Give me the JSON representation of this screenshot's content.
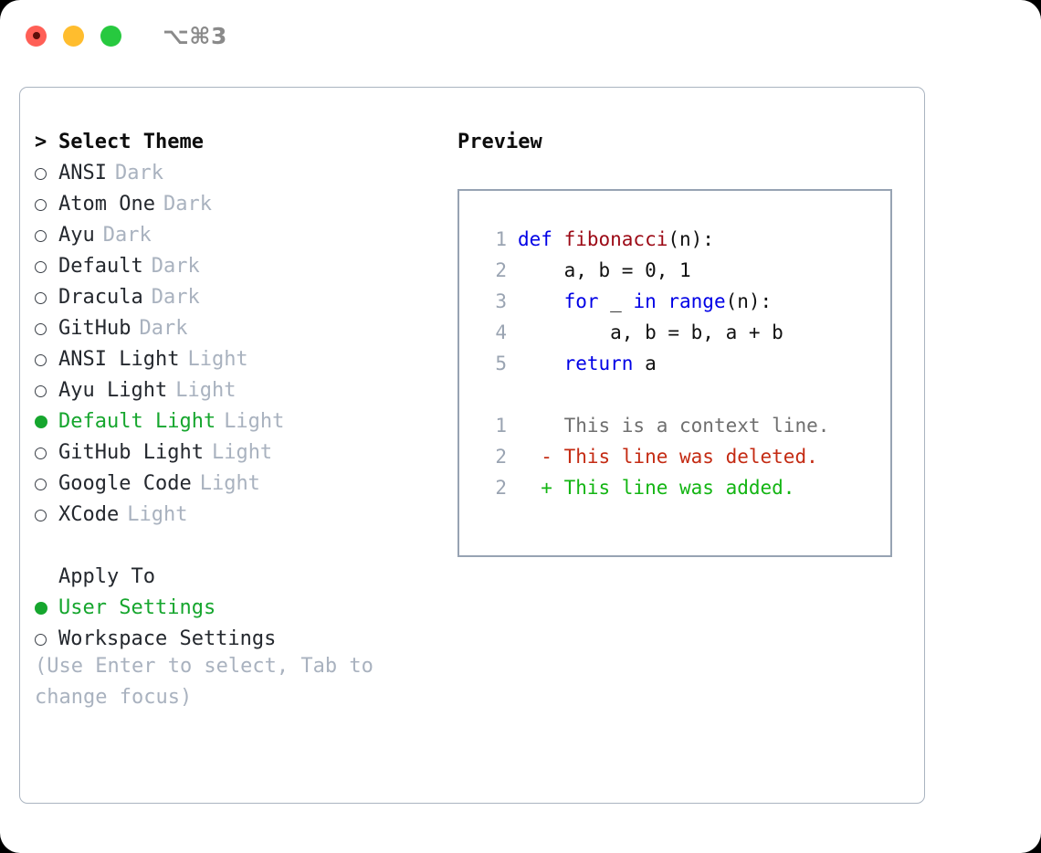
{
  "titlebar": {
    "shortcut": "⌥⌘3",
    "lights": [
      "close-red",
      "minimize-yellow",
      "zoom-green"
    ]
  },
  "theme_picker": {
    "heading_marker": ">",
    "heading": "Select Theme",
    "marker_selected": "●",
    "marker_unselected": "○",
    "items": [
      {
        "name": "ANSI",
        "tag": "Dark",
        "selected": false
      },
      {
        "name": "Atom One",
        "tag": "Dark",
        "selected": false
      },
      {
        "name": "Ayu",
        "tag": "Dark",
        "selected": false
      },
      {
        "name": "Default",
        "tag": "Dark",
        "selected": false
      },
      {
        "name": "Dracula",
        "tag": "Dark",
        "selected": false
      },
      {
        "name": "GitHub",
        "tag": "Dark",
        "selected": false
      },
      {
        "name": "ANSI Light",
        "tag": "Light",
        "selected": false
      },
      {
        "name": "Ayu Light",
        "tag": "Light",
        "selected": false
      },
      {
        "name": "Default Light",
        "tag": "Light",
        "selected": true
      },
      {
        "name": "GitHub Light",
        "tag": "Light",
        "selected": false
      },
      {
        "name": "Google Code",
        "tag": "Light",
        "selected": false
      },
      {
        "name": "XCode",
        "tag": "Light",
        "selected": false
      }
    ]
  },
  "apply_to": {
    "heading": "Apply To",
    "options": [
      {
        "name": "User Settings",
        "selected": true
      },
      {
        "name": "Workspace Settings",
        "selected": false
      }
    ]
  },
  "hint": "(Use Enter to select, Tab to change focus)",
  "preview": {
    "title": "Preview",
    "code_lines": [
      {
        "no": "1",
        "tokens": [
          {
            "t": "def ",
            "c": "kw"
          },
          {
            "t": "fibonacci",
            "c": "fn"
          },
          {
            "t": "(n):",
            "c": "pl"
          }
        ]
      },
      {
        "no": "2",
        "tokens": [
          {
            "t": "    a, b = 0, 1",
            "c": "pl"
          }
        ]
      },
      {
        "no": "3",
        "tokens": [
          {
            "t": "    ",
            "c": "pl"
          },
          {
            "t": "for",
            "c": "kw"
          },
          {
            "t": " _ ",
            "c": "pl"
          },
          {
            "t": "in range",
            "c": "kw"
          },
          {
            "t": "(n):",
            "c": "pl"
          }
        ]
      },
      {
        "no": "4",
        "tokens": [
          {
            "t": "        a, b = b, a + b",
            "c": "pl"
          }
        ]
      },
      {
        "no": "5",
        "tokens": [
          {
            "t": "    ",
            "c": "pl"
          },
          {
            "t": "return",
            "c": "kw"
          },
          {
            "t": " a",
            "c": "pl"
          }
        ]
      }
    ],
    "diff_lines": [
      {
        "no": "1",
        "sign": " ",
        "text": "This is a context line.",
        "kind": "ctx"
      },
      {
        "no": "2",
        "sign": "-",
        "text": "This line was deleted.",
        "kind": "del"
      },
      {
        "no": "2",
        "sign": "+",
        "text": "This line was added.",
        "kind": "add"
      }
    ]
  },
  "colors": {
    "accent_green": "#16a62e",
    "keyword_blue": "#0000e6",
    "function_red": "#9c0a16",
    "diff_delete": "#c42b13",
    "diff_add": "#13b513",
    "muted": "#a9b2bf",
    "border": "#aab4c0"
  }
}
